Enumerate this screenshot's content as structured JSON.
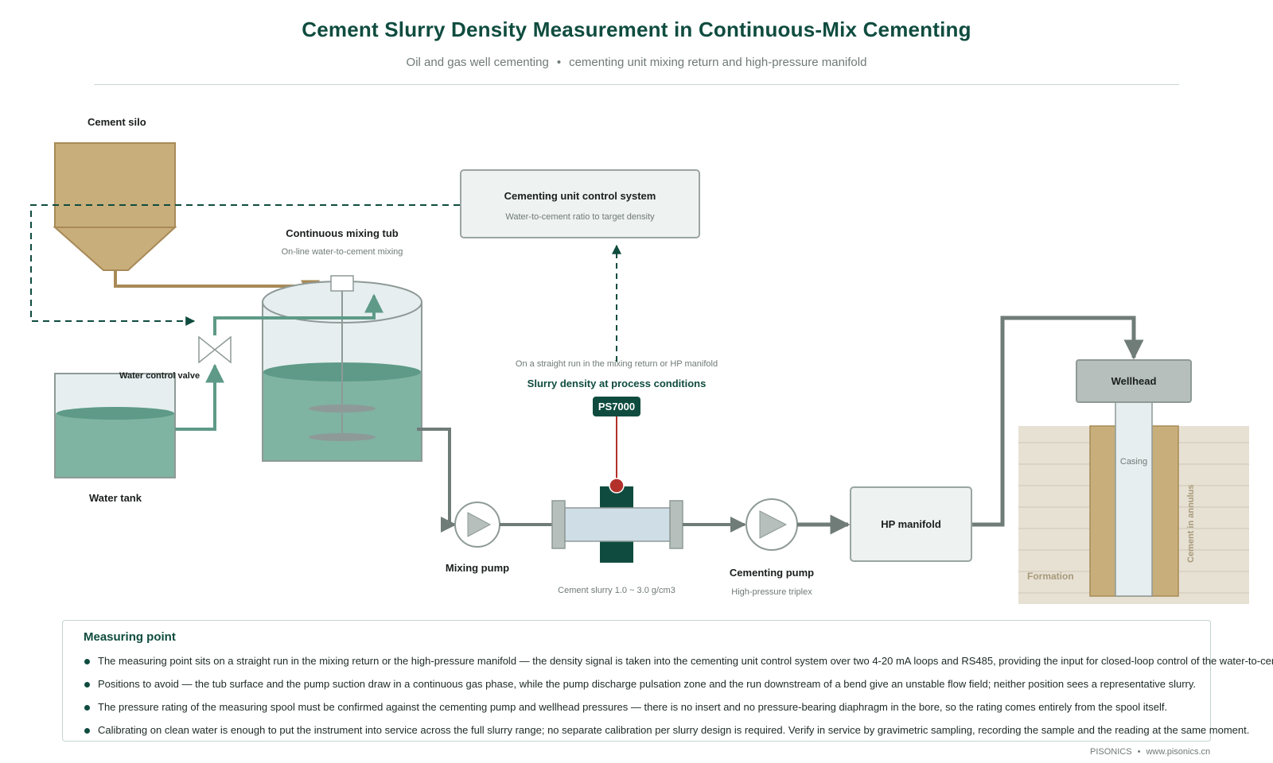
{
  "header": {
    "title": "Cement Slurry Density Measurement in Continuous-Mix Cementing",
    "subtitle_left": "Oil and gas well cementing",
    "subtitle_sep": "•",
    "subtitle_right": "cementing unit mixing return and high-pressure manifold"
  },
  "diagram": {
    "cement_silo": "Cement silo",
    "mixing_tub": {
      "title": "Continuous mixing tub",
      "subtitle": "On-line water-to-cement mixing"
    },
    "water_tank": "Water tank",
    "water_valve": "Water control valve",
    "control_system": {
      "title": "Cementing unit control system",
      "subtitle": "Water-to-cement ratio to target density"
    },
    "measuring_location": "On a straight run in the mixing return or HP manifold",
    "measurement_title": "Slurry density at process conditions",
    "instrument": "PS7000",
    "mixing_pump": "Mixing pump",
    "slurry_range": "Cement slurry  1.0 ~ 3.0 g/cm3",
    "cementing_pump": {
      "title": "Cementing pump",
      "subtitle": "High-pressure triplex"
    },
    "hp_manifold": "HP manifold",
    "wellhead": "Wellhead",
    "casing": "Casing",
    "formation": "Formation",
    "annulus": "Cement in annulus"
  },
  "notes": {
    "title": "Measuring point",
    "items": [
      "The measuring point sits on a straight run in the mixing return or the high-pressure manifold — the density signal is taken into the cementing unit control system over two 4-20 mA loops and RS485, providing the input for closed-loop control of the water-to-ceme",
      "Positions to avoid — the tub surface and the pump suction draw in a continuous gas phase, while the pump discharge pulsation zone and the run downstream of a bend give an unstable flow field; neither position sees a representative slurry.",
      "The pressure rating of the measuring spool must be confirmed against the cementing pump and wellhead pressures — there is no insert and no pressure-bearing diaphragm in the bore, so the rating comes entirely from the spool itself.",
      "Calibrating on clean water is enough to put the instrument into service across the full slurry range; no separate calibration per slurry design is required. Verify in service by gravimetric sampling, recording the sample and the reading at the same moment."
    ]
  },
  "footer": {
    "brand": "PISONICS",
    "sep": "•",
    "url": "www.pisonics.cn"
  },
  "colors": {
    "brand_green": "#0f4c3f",
    "cement_tan": "#c8ae7b",
    "water_green": "#7fb3a2",
    "pipe_gray": "#6f7c78",
    "sensor_red": "#b3312b"
  }
}
